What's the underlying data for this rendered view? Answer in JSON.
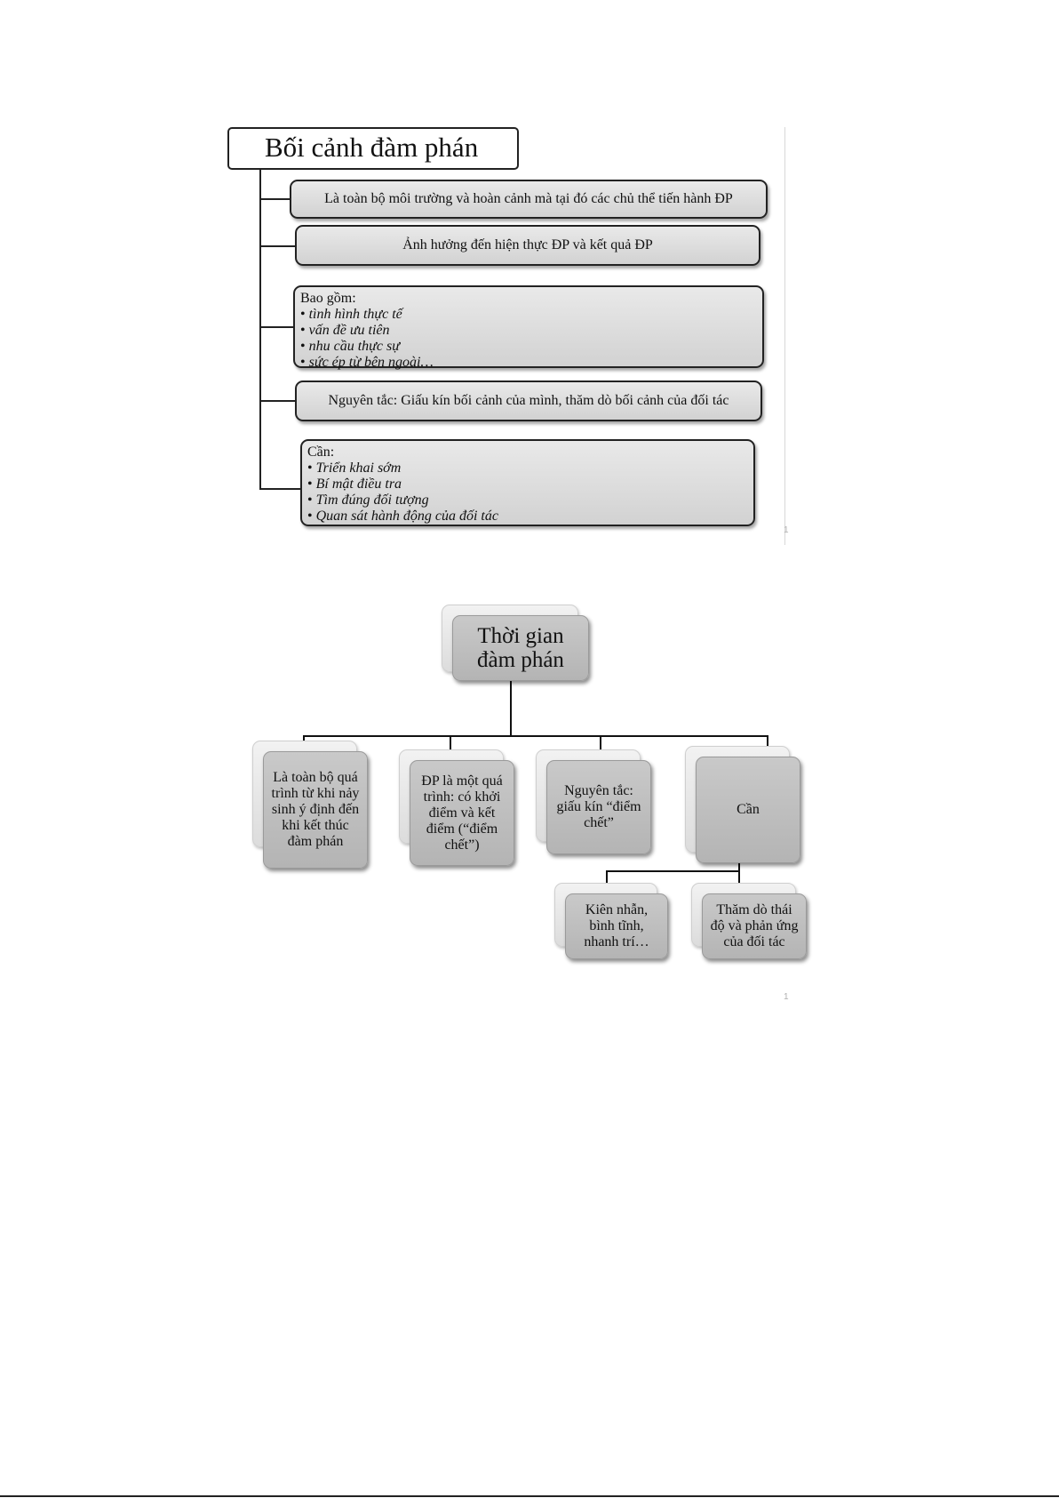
{
  "slide1": {
    "title": "Bối cảnh đàm phán",
    "box1": "Là toàn bộ môi trường và hoàn cảnh mà tại đó các chủ thể tiến hành ĐP",
    "box2": "Ảnh hưởng đến hiện thực ĐP và kết quả ĐP",
    "box3": {
      "label": "Bao gồm:",
      "items": [
        "tình hình thực tế",
        "vấn đề ưu tiên",
        "nhu cầu thực sự",
        "sức ép từ bên ngoài…"
      ]
    },
    "box4": "Nguyên tắc: Giấu kín bối cảnh của mình, thăm dò bối cảnh của đối tác",
    "box5": {
      "label": "Cần:",
      "items": [
        "Triển khai sớm",
        "Bí mật điều tra",
        "Tìm đúng đối tượng",
        "Quan sát hành động của đối tác"
      ]
    },
    "page_number": "1"
  },
  "slide2": {
    "root": "Thời gian đàm phán",
    "children": [
      "Là toàn bộ quá trình từ khi nảy sinh ý định đến khi kết thúc đàm phán",
      "ĐP là một quá trình: có khởi điểm và kết điểm (“điểm chết”)",
      "Nguyên tắc: giấu kín “điểm chết”",
      "Cần"
    ],
    "grandchildren": [
      "Kiên nhẫn, bình tĩnh, nhanh trí…",
      "Thăm dò thái độ và phản ứng của đối tác"
    ],
    "page_number": "1"
  }
}
